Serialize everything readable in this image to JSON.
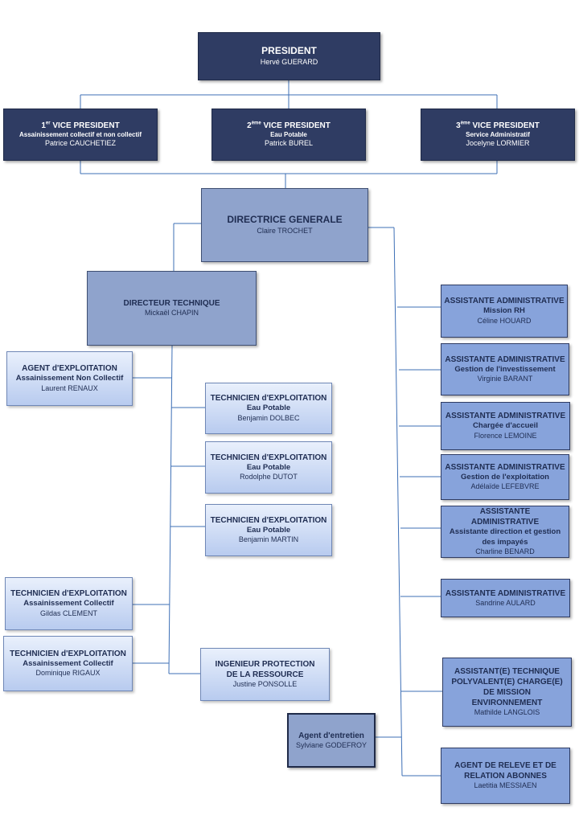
{
  "president": {
    "title": "PRESIDENT",
    "name": "Hervé GUERARD"
  },
  "vice_presidents": [
    {
      "ordinal": "1",
      "sup": "er",
      "title_rest": " VICE PRESIDENT",
      "subtitle": "Assainissement collectif et non collectif",
      "name": "Patrice CAUCHETIEZ"
    },
    {
      "ordinal": "2",
      "sup": "ème",
      "title_rest": " VICE PRESIDENT",
      "subtitle": "Eau Potable",
      "name": "Patrick BUREL"
    },
    {
      "ordinal": "3",
      "sup": "ème",
      "title_rest": " VICE PRESIDENT",
      "subtitle": "Service Administratif",
      "name": "Jocelyne LORMIER"
    }
  ],
  "directrice": {
    "title": "DIRECTRICE GENERALE",
    "name": "Claire TROCHET"
  },
  "directeur_technique": {
    "title": "DIRECTEUR TECHNIQUE",
    "name": "Mickaël CHAPIN"
  },
  "left_staff": [
    {
      "title": "AGENT d'EXPLOITATION",
      "subtitle": "Assainissement Non Collectif",
      "name": "Laurent RENAUX"
    },
    {
      "title": "TECHNICIEN d'EXPLOITATION",
      "subtitle": "Assainissement Collectif",
      "name": "Gildas CLEMENT"
    },
    {
      "title": "TECHNICIEN d'EXPLOITATION",
      "subtitle": "Assainissement Collectif",
      "name": "Dominique RIGAUX"
    }
  ],
  "center_staff": [
    {
      "title": "TECHNICIEN d'EXPLOITATION",
      "subtitle": "Eau Potable",
      "name": "Benjamin DOLBEC"
    },
    {
      "title": "TECHNICIEN d'EXPLOITATION",
      "subtitle": "Eau Potable",
      "name": "Rodolphe DUTOT"
    },
    {
      "title": "TECHNICIEN d'EXPLOITATION",
      "subtitle": "Eau Potable",
      "name": "Benjamin MARTIN"
    },
    {
      "title": "INGENIEUR PROTECTION DE LA RESSOURCE",
      "subtitle": "",
      "name": "Justine PONSOLLE"
    }
  ],
  "agent_entretien": {
    "title": "Agent d'entretien",
    "name": "Sylviane GODEFROY"
  },
  "right_staff": [
    {
      "title": "ASSISTANTE ADMINISTRATIVE",
      "subtitle": "Mission RH",
      "name": "Céline HOUARD"
    },
    {
      "title": "ASSISTANTE ADMINISTRATIVE",
      "subtitle": "Gestion de l'investissement",
      "name": "Virginie BARANT"
    },
    {
      "title": "ASSISTANTE ADMINISTRATIVE",
      "subtitle": "Chargée d'accueil",
      "name": "Florence LEMOINE"
    },
    {
      "title": "ASSISTANTE ADMINISTRATIVE",
      "subtitle": "Gestion de l'exploitation",
      "name": "Adélaïde LEFEBVRE"
    },
    {
      "title": "ASSISTANTE ADMINISTRATIVE",
      "subtitle": "Assistante direction et gestion des impayés",
      "name": "Charline BENARD"
    },
    {
      "title": "ASSISTANTE ADMINISTRATIVE",
      "subtitle": "",
      "name": "Sandrine AULARD"
    },
    {
      "title": "ASSISTANT(E) TECHNIQUE POLYVALENT(E) CHARGE(E) DE MISSION ENVIRONNEMENT",
      "subtitle": "",
      "name": "Mathilde LANGLOIS"
    },
    {
      "title": "AGENT DE RELEVE ET DE RELATION ABONNES",
      "subtitle": "",
      "name": "Laetitia MESSIAEN"
    }
  ],
  "colors": {
    "dark": "#2f3c63",
    "mid": "#8fa3cc",
    "light": "#b8cbef",
    "right": "#87a3db",
    "line": "#3d6fb6"
  }
}
